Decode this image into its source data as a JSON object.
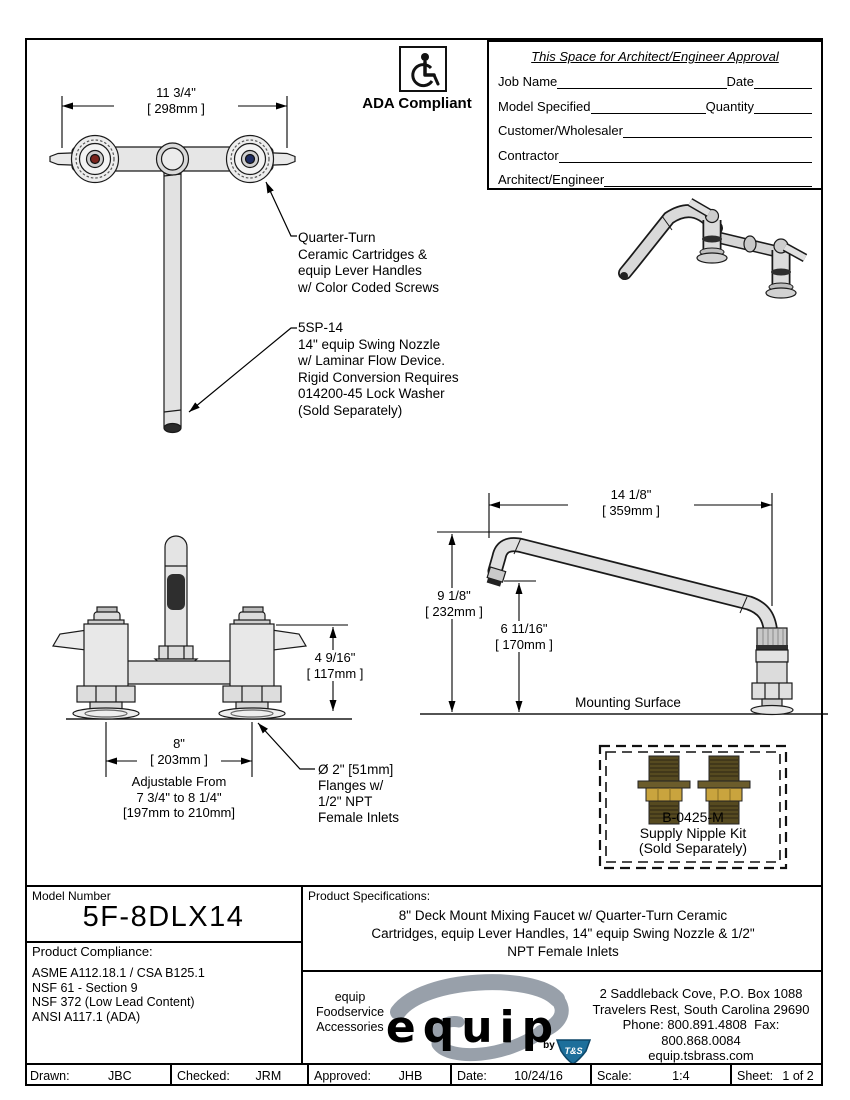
{
  "doc": {
    "approval": {
      "title": "This Space for Architect/Engineer Approval",
      "rows": [
        {
          "l": "Job Name",
          "r": "Date"
        },
        {
          "l": "Model Specified",
          "r": "Quantity"
        },
        {
          "l": "Customer/Wholesaler",
          "r": ""
        },
        {
          "l": "Contractor",
          "r": ""
        },
        {
          "l": "Architect/Engineer",
          "r": ""
        }
      ],
      "ada_label": "ADA Compliant"
    },
    "dims": {
      "top_width": "11 3/4\"\n[ 298mm ]",
      "spout_reach": "14 1/8\"\n[ 359mm ]",
      "spout_height": "9 1/8\"\n[ 232mm ]",
      "outlet_height": "6 11/16\"\n[ 170mm ]",
      "deck_height": "4 9/16\"\n[ 117mm ]",
      "inlet_centers": "8\"\n[ 203mm ]",
      "adjustable": "Adjustable From\n7 3/4\" to 8 1/4\"\n[197mm to 210mm]",
      "mounting_surface": "Mounting Surface"
    },
    "callouts": {
      "cartridges": "Quarter-Turn\nCeramic Cartridges &\nequip Lever Handles\nw/ Color Coded Screws",
      "nozzle": "5SP-14\n14\" equip Swing Nozzle\nw/ Laminar Flow Device.\nRigid Conversion Requires\n014200-45 Lock Washer\n(Sold Separately)",
      "flanges": "Ø 2\" [51mm]\nFlanges w/\n1/2\" NPT\nFemale Inlets",
      "supply_kit": "B-0425-M\nSupply Nipple Kit\n(Sold Separately)"
    },
    "title_block": {
      "model_label": "Model Number",
      "model_number": "5F-8DLX14",
      "compliance_label": "Product Compliance:",
      "compliance_items": [
        "ASME A112.18.1 / CSA B125.1",
        "NSF 61 - Section 9",
        "NSF 372 (Low Lead Content)",
        "ANSI A117.1 (ADA)"
      ],
      "spec_label": "Product Specifications:",
      "spec_text": "8\" Deck Mount Mixing Faucet w/ Quarter-Turn Ceramic\nCartridges, equip Lever Handles, 14\" equip Swing Nozzle & 1/2\"\nNPT Female Inlets",
      "brand_tagline": "equip\nFoodservice\nAccessories",
      "brand_logo_text": "equip",
      "brand_by": "by",
      "brand_ts": "T&S",
      "address": "2 Saddleback Cove, P.O. Box 1088\nTravelers Rest, South Carolina 29690\nPhone: 800.891.4808  Fax: 800.868.0084\nequip.tsbrass.com",
      "footer": [
        {
          "label": "Drawn:",
          "value": "JBC"
        },
        {
          "label": "Checked:",
          "value": "JRM"
        },
        {
          "label": "Approved:",
          "value": "JHB"
        },
        {
          "label": "Date:",
          "value": "10/24/16"
        },
        {
          "label": "Scale:",
          "value": "1:4"
        },
        {
          "label": "Sheet:",
          "value": "1 of 2"
        }
      ]
    },
    "colors": {
      "hot_screw": "#7b241c",
      "cold_screw": "#1f2d63",
      "brass_body": "#564a20",
      "brass_hex": "#c9a43e",
      "logo_gray": "#98a0aa",
      "ts_blue": "#1d6f9b"
    }
  }
}
